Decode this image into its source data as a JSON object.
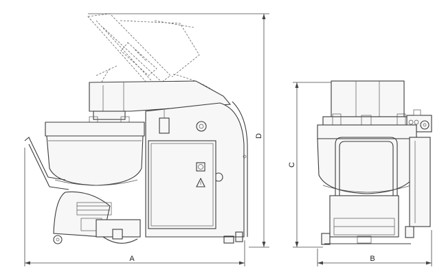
{
  "dimensions": {
    "a": "A",
    "b": "B",
    "c": "C",
    "d": "D"
  },
  "colors": {
    "line": "#3a3a3a",
    "background": "#ffffff"
  },
  "icons": {
    "power_switch": "power-switch-icon",
    "warning": "warning-triangle-icon"
  }
}
